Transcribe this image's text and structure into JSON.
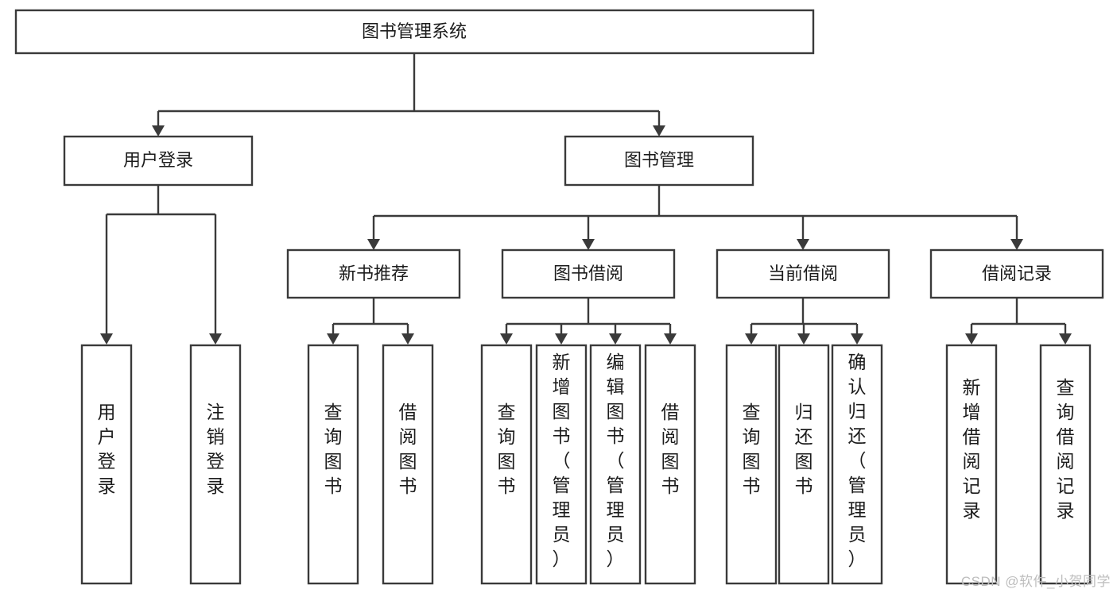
{
  "diagram": {
    "type": "tree",
    "title": "图书管理系统",
    "watermark": "CSDN @软件_小贺同学",
    "root": {
      "id": "root",
      "label": "图书管理系统",
      "orientation": "horizontal"
    },
    "level2": [
      {
        "id": "user-login",
        "label": "用户登录",
        "orientation": "horizontal"
      },
      {
        "id": "book-manage",
        "label": "图书管理",
        "orientation": "horizontal"
      }
    ],
    "level3": [
      {
        "id": "new-book-recommend",
        "label": "新书推荐",
        "parent": "book-manage",
        "orientation": "horizontal"
      },
      {
        "id": "book-borrow",
        "label": "图书借阅",
        "parent": "book-manage",
        "orientation": "horizontal"
      },
      {
        "id": "current-borrow",
        "label": "当前借阅",
        "parent": "book-manage",
        "orientation": "horizontal"
      },
      {
        "id": "borrow-record",
        "label": "借阅记录",
        "parent": "book-manage",
        "orientation": "horizontal"
      }
    ],
    "leaves": [
      {
        "id": "leaf-user-login",
        "label": "用户登录",
        "parent": "user-login",
        "orientation": "vertical",
        "chars": [
          "用",
          "户",
          "登",
          "录"
        ]
      },
      {
        "id": "leaf-logout-login",
        "label": "注销登录",
        "parent": "user-login",
        "orientation": "vertical",
        "chars": [
          "注",
          "销",
          "登",
          "录"
        ]
      },
      {
        "id": "leaf-query-book-1",
        "label": "查询图书",
        "parent": "new-book-recommend",
        "orientation": "vertical",
        "chars": [
          "查",
          "询",
          "图",
          "书"
        ]
      },
      {
        "id": "leaf-borrow-book-1",
        "label": "借阅图书",
        "parent": "new-book-recommend",
        "orientation": "vertical",
        "chars": [
          "借",
          "阅",
          "图",
          "书"
        ]
      },
      {
        "id": "leaf-query-book-2",
        "label": "查询图书",
        "parent": "book-borrow",
        "orientation": "vertical",
        "chars": [
          "查",
          "询",
          "图",
          "书"
        ]
      },
      {
        "id": "leaf-add-book",
        "label": "新增图书（管理员）",
        "parent": "book-borrow",
        "orientation": "vertical",
        "chars": [
          "新",
          "增",
          "图",
          "书",
          "（",
          "管",
          "理",
          "员",
          "）"
        ]
      },
      {
        "id": "leaf-edit-book",
        "label": "编辑图书（管理员）",
        "parent": "book-borrow",
        "orientation": "vertical",
        "chars": [
          "编",
          "辑",
          "图",
          "书",
          "（",
          "管",
          "理",
          "员",
          "）"
        ]
      },
      {
        "id": "leaf-borrow-book-2",
        "label": "借阅图书",
        "parent": "book-borrow",
        "orientation": "vertical",
        "chars": [
          "借",
          "阅",
          "图",
          "书"
        ]
      },
      {
        "id": "leaf-query-book-3",
        "label": "查询图书",
        "parent": "current-borrow",
        "orientation": "vertical",
        "chars": [
          "查",
          "询",
          "图",
          "书"
        ]
      },
      {
        "id": "leaf-return-book",
        "label": "归还图书",
        "parent": "current-borrow",
        "orientation": "vertical",
        "chars": [
          "归",
          "还",
          "图",
          "书"
        ]
      },
      {
        "id": "leaf-confirm-return",
        "label": "确认归还（管理员）",
        "parent": "current-borrow",
        "orientation": "vertical",
        "chars": [
          "确",
          "认",
          "归",
          "还",
          "（",
          "管",
          "理",
          "员",
          "）"
        ]
      },
      {
        "id": "leaf-add-record",
        "label": "新增借阅记录",
        "parent": "borrow-record",
        "orientation": "vertical",
        "chars": [
          "新",
          "增",
          "借",
          "阅",
          "记",
          "录"
        ]
      },
      {
        "id": "leaf-query-record",
        "label": "查询借阅记录",
        "parent": "borrow-record",
        "orientation": "vertical",
        "chars": [
          "查",
          "询",
          "借",
          "阅",
          "记",
          "录"
        ]
      }
    ],
    "colors": {
      "stroke": "#3a3a3a",
      "fill": "#ffffff",
      "text": "#1c1c1c",
      "watermark": "#bdbdbd"
    }
  }
}
